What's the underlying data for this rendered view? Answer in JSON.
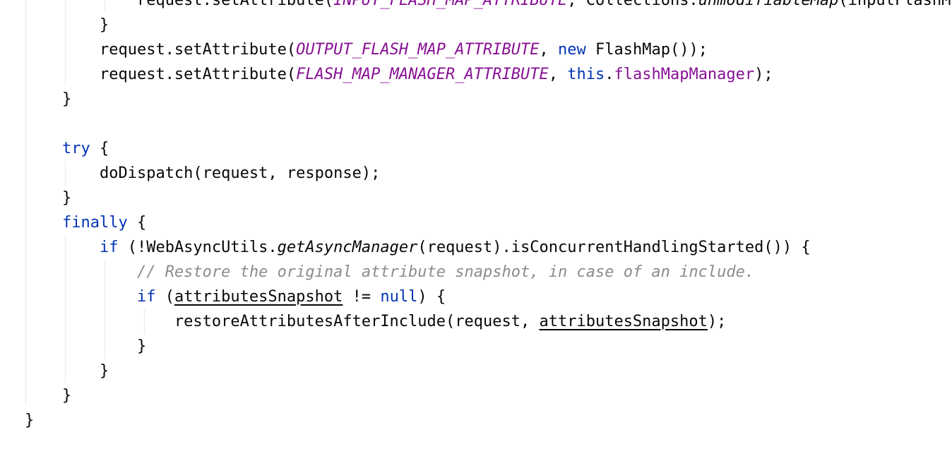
{
  "editor": {
    "lines": [
      {
        "indent": "            ",
        "tokens": [
          {
            "text": "request.setAttribute(",
            "cls": ""
          },
          {
            "text": "INPUT_FLASH_MAP_ATTRIBUTE",
            "cls": "const"
          },
          {
            "text": ", Collections.",
            "cls": ""
          },
          {
            "text": "unmodifiableMap",
            "cls": "static-call"
          },
          {
            "text": "(inputFlashMap));",
            "cls": ""
          }
        ]
      },
      {
        "indent": "        ",
        "tokens": [
          {
            "text": "}",
            "cls": ""
          }
        ]
      },
      {
        "indent": "        ",
        "tokens": [
          {
            "text": "request.setAttribute(",
            "cls": ""
          },
          {
            "text": "OUTPUT_FLASH_MAP_ATTRIBUTE",
            "cls": "const"
          },
          {
            "text": ", ",
            "cls": ""
          },
          {
            "text": "new",
            "cls": "kw"
          },
          {
            "text": " FlashMap());",
            "cls": ""
          }
        ]
      },
      {
        "indent": "        ",
        "tokens": [
          {
            "text": "request.setAttribute(",
            "cls": ""
          },
          {
            "text": "FLASH_MAP_MANAGER_ATTRIBUTE",
            "cls": "const"
          },
          {
            "text": ", ",
            "cls": ""
          },
          {
            "text": "this",
            "cls": "kw"
          },
          {
            "text": ".",
            "cls": ""
          },
          {
            "text": "flashMapManager",
            "cls": "field"
          },
          {
            "text": ");",
            "cls": ""
          }
        ]
      },
      {
        "indent": "    ",
        "tokens": [
          {
            "text": "}",
            "cls": ""
          }
        ]
      },
      {
        "indent": "",
        "tokens": []
      },
      {
        "indent": "    ",
        "tokens": [
          {
            "text": "try",
            "cls": "kw"
          },
          {
            "text": " {",
            "cls": ""
          }
        ]
      },
      {
        "indent": "        ",
        "tokens": [
          {
            "text": "doDispatch(request, response);",
            "cls": ""
          }
        ]
      },
      {
        "indent": "    ",
        "tokens": [
          {
            "text": "}",
            "cls": ""
          }
        ]
      },
      {
        "indent": "    ",
        "tokens": [
          {
            "text": "finally",
            "cls": "kw"
          },
          {
            "text": " {",
            "cls": ""
          }
        ]
      },
      {
        "indent": "        ",
        "tokens": [
          {
            "text": "if",
            "cls": "kw"
          },
          {
            "text": " (!WebAsyncUtils.",
            "cls": ""
          },
          {
            "text": "getAsyncManager",
            "cls": "static-call"
          },
          {
            "text": "(request).isConcurrentHandlingStarted()) {",
            "cls": ""
          }
        ]
      },
      {
        "indent": "            ",
        "tokens": [
          {
            "text": "// Restore the original attribute snapshot, in case of an include.",
            "cls": "comment"
          }
        ]
      },
      {
        "indent": "            ",
        "tokens": [
          {
            "text": "if",
            "cls": "kw"
          },
          {
            "text": " (",
            "cls": ""
          },
          {
            "text": "attributesSnapshot",
            "cls": "var-underline"
          },
          {
            "text": " != ",
            "cls": ""
          },
          {
            "text": "null",
            "cls": "kw"
          },
          {
            "text": ") {",
            "cls": ""
          }
        ]
      },
      {
        "indent": "                ",
        "tokens": [
          {
            "text": "restoreAttributesAfterInclude(request, ",
            "cls": ""
          },
          {
            "text": "attributesSnapshot",
            "cls": "var-underline"
          },
          {
            "text": ");",
            "cls": ""
          }
        ]
      },
      {
        "indent": "            ",
        "tokens": [
          {
            "text": "}",
            "cls": ""
          }
        ]
      },
      {
        "indent": "        ",
        "tokens": [
          {
            "text": "}",
            "cls": ""
          }
        ]
      },
      {
        "indent": "    ",
        "tokens": [
          {
            "text": "}",
            "cls": ""
          }
        ]
      },
      {
        "indent": "",
        "tokens": [
          {
            "text": "}",
            "cls": ""
          }
        ]
      }
    ]
  },
  "colors": {
    "background": "#ffffff",
    "text": "#080808",
    "keyword": "#0033b3",
    "constant": "#871094",
    "comment": "#8c8c8c",
    "indent_guide": "#e8e8e8"
  }
}
